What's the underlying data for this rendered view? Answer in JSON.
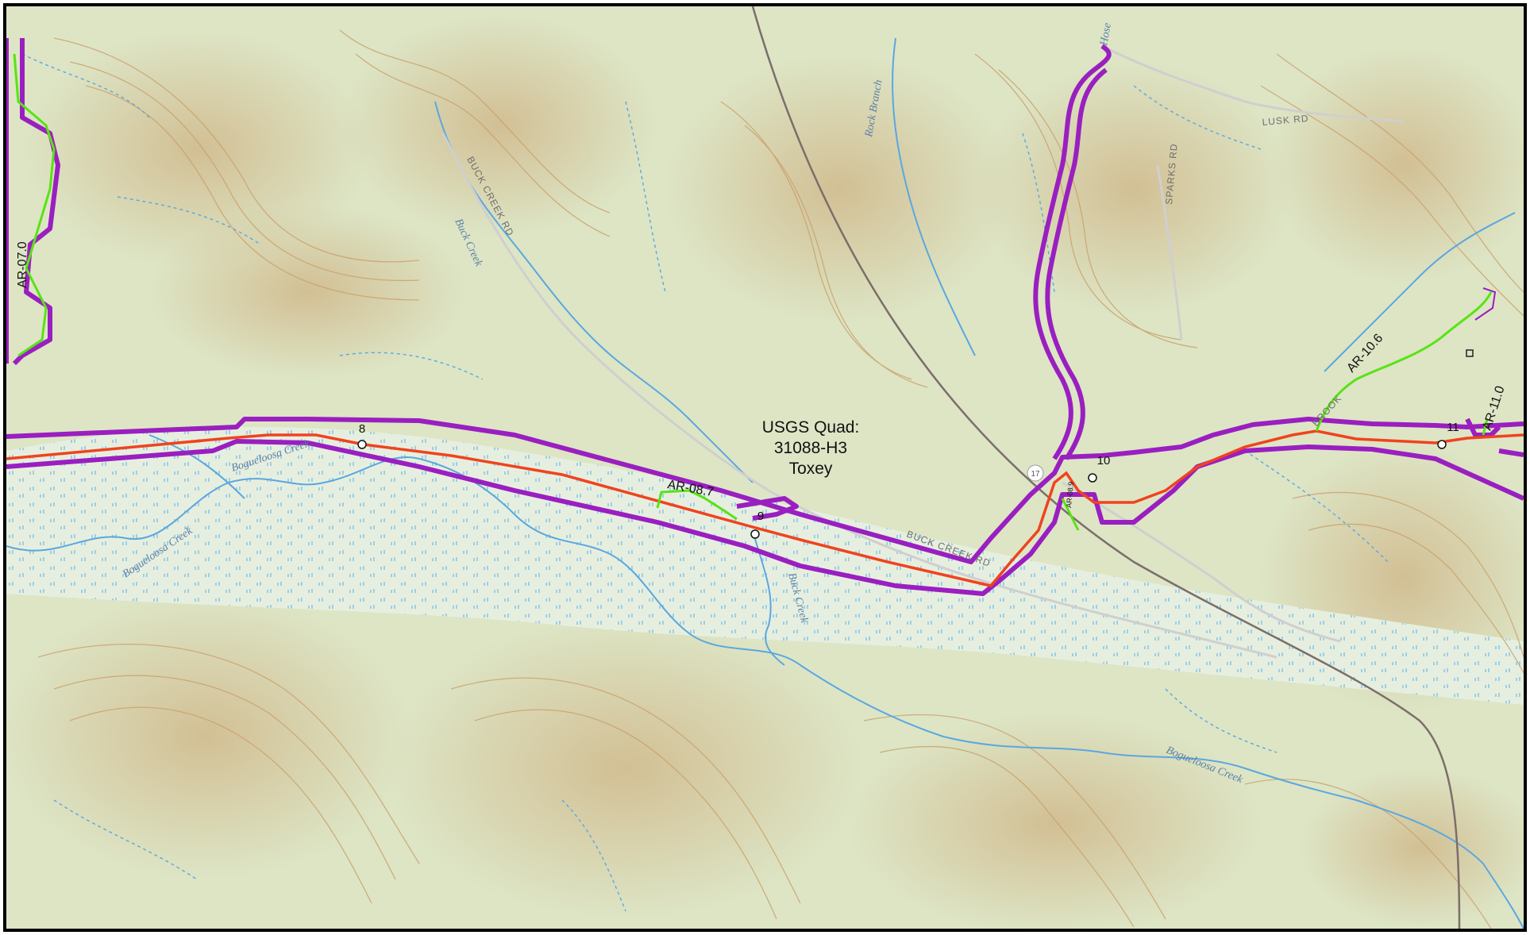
{
  "map": {
    "quad_label": {
      "line1": "USGS Quad:",
      "line2": "31088-H3",
      "line3": "Toxey"
    },
    "mileposts": [
      "8",
      "9",
      "10",
      "11"
    ],
    "access_roads": [
      "AR-07.0",
      "AR-08.7",
      "AR-08.9",
      "AR-10.6",
      "AR-11.0"
    ],
    "road_labels": [
      "BUCK CREEK RD",
      "BUCK CREEK RD",
      "LUSK RD",
      "SPARKS RD",
      "BROOK"
    ],
    "stream_labels": [
      "Bogueloosa Creek",
      "Bogueloosa Creek",
      "Bogueloosa Creek",
      "Buck Creek",
      "Buck Creek",
      "Rock Branch",
      "Hose"
    ],
    "highway_shield": "17",
    "colors": {
      "terrain": "#dfe6c9",
      "wetland": "#e8efe4",
      "contour": "#c9a06a",
      "stream": "#5aa7e0",
      "railroad": "#7c6e6a",
      "corridor": "#9a1fc0",
      "centerline": "#f0431e",
      "access_road": "#59e314"
    }
  }
}
